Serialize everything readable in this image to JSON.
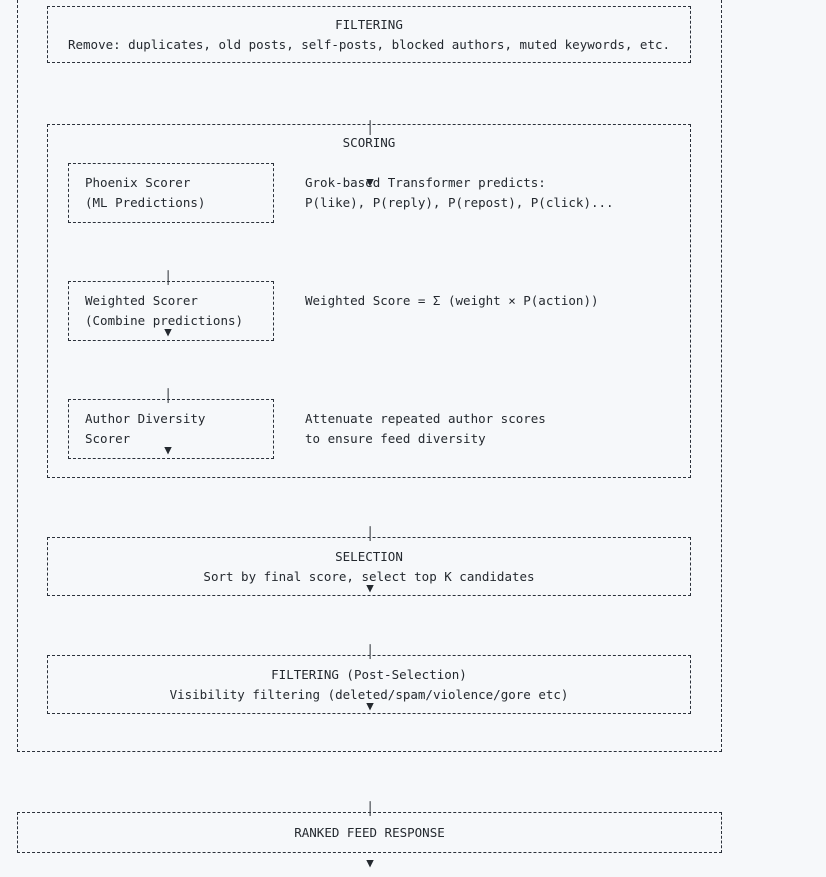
{
  "page": {
    "background_color": "#f6f8fa",
    "ink_color": "#24292f"
  },
  "diagram": {
    "arrow": {
      "line": "│",
      "head": "▼"
    },
    "stages": {
      "filtering": {
        "title": "FILTERING",
        "body": "Remove: duplicates, old posts, self-posts, blocked authors, muted keywords, etc."
      },
      "scoring": {
        "title": "SCORING",
        "scorers": [
          {
            "line1": "Phoenix Scorer",
            "line2": "(ML Predictions)",
            "note1": "Grok-based Transformer predicts:",
            "note2": "P(like), P(reply), P(repost), P(click)..."
          },
          {
            "line1": "Weighted Scorer",
            "line2": "(Combine predictions)",
            "note1": "Weighted Score = Σ (weight × P(action))",
            "note2": ""
          },
          {
            "line1": "Author Diversity",
            "line2": "Scorer",
            "note1": "Attenuate repeated author scores",
            "note2": "to ensure feed diversity"
          }
        ]
      },
      "selection": {
        "title": "SELECTION",
        "body": "Sort by final score, select top K candidates"
      },
      "post_filtering": {
        "title": "FILTERING (Post-Selection)",
        "body": "Visibility filtering (deleted/spam/violence/gore etc)"
      },
      "ranked": {
        "title": "RANKED FEED RESPONSE"
      }
    }
  }
}
